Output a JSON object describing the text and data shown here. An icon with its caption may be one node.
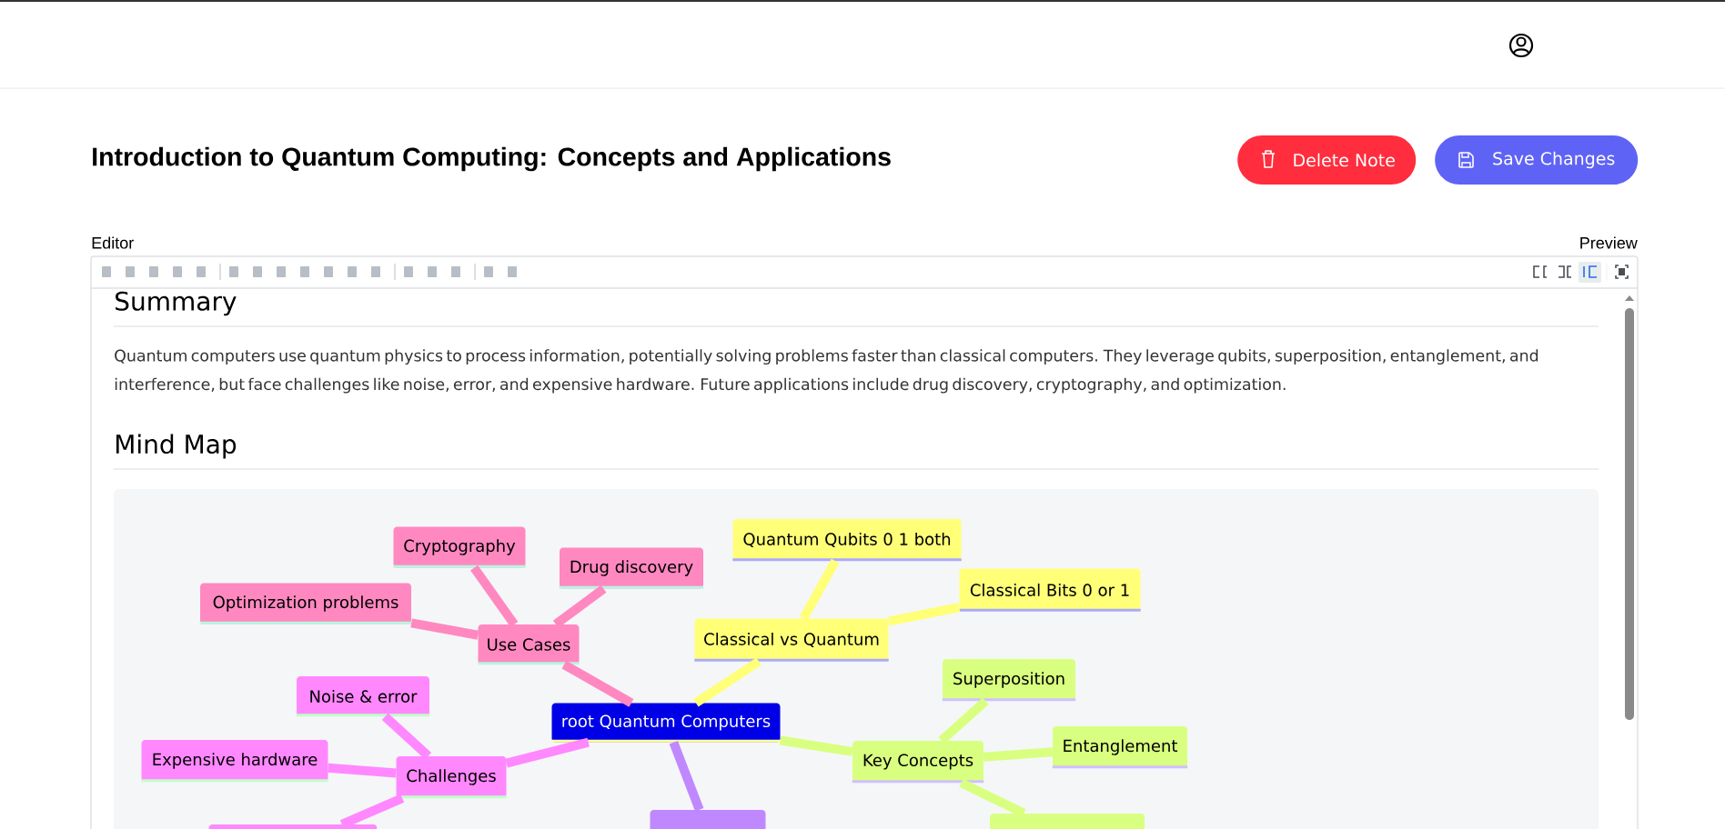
{
  "diagram": {
    "title": "Introduction to Quantum Computing: Concepts and Applications",
    "nodes": [
      {
        "text": [
          "root Quantum Computers"
        ]
      },
      {
        "text": [
          "Use Cases"
        ]
      },
      {
        "text": [
          "Cryptography"
        ]
      },
      {
        "text": [
          "Drug discovery"
        ]
      },
      {
        "text": [
          "Optimization problems"
        ]
      },
      {
        "text": [
          "Classical vs Quantum"
        ]
      },
      {
        "text": [
          "Quantum Qubits 0 1 both"
        ]
      },
      {
        "text": [
          "Classical Bits 0 or 1"
        ]
      },
      {
        "text": [
          "Key Concepts"
        ]
      },
      {
        "text": [
          "Superposition"
        ]
      },
      {
        "text": [
          "Entanglement"
        ]
      },
      {
        "text": [
          "Challenges"
        ]
      },
      {
        "text": [
          "Noise & error"
        ]
      },
      {
        "text": [
          "Expensive hardware"
        ]
      },
      {
        "text": [],
        "shape": "box"
      },
      {
        "text": [],
        "shape": "box"
      },
      {
        "text": [],
        "shape": "box"
      }
    ],
    "edges": [
      {
        "from": 0,
        "to": 1,
        "arrow": "none",
        "color": "#ff88c0"
      },
      {
        "from": 1,
        "to": 2,
        "arrow": "none",
        "color": "#ff88c0"
      },
      {
        "from": 1,
        "to": 3,
        "arrow": "none",
        "color": "#ff88c0"
      },
      {
        "from": 1,
        "to": 4,
        "arrow": "none",
        "color": "#ff88c0"
      },
      {
        "from": 0,
        "to": 5,
        "arrow": "none",
        "color": "#ffff78"
      },
      {
        "from": 5,
        "to": 6,
        "arrow": "none",
        "color": "#ffff78"
      },
      {
        "from": 5,
        "to": 7,
        "arrow": "none",
        "color": "#ffff78"
      },
      {
        "from": 0,
        "to": 8,
        "arrow": "none",
        "color": "#d9ff80"
      },
      {
        "from": 8,
        "to": 9,
        "arrow": "none",
        "color": "#d9ff80"
      },
      {
        "from": 8,
        "to": 10,
        "arrow": "none",
        "color": "#d9ff80"
      },
      {
        "from": 8,
        "to": 16,
        "arrow": "none",
        "color": "#d9ff80"
      },
      {
        "from": 0,
        "to": 11,
        "arrow": "none",
        "color": "#ff88ff"
      },
      {
        "from": 11,
        "to": 12,
        "arrow": "none",
        "color": "#ff88ff"
      },
      {
        "from": 11,
        "to": 13,
        "arrow": "none",
        "color": "#ff88ff"
      },
      {
        "from": 11,
        "to": 14,
        "arrow": "none",
        "color": "#ff88ff"
      },
      {
        "from": 0,
        "to": 15,
        "arrow": "none",
        "color": "#c088ff"
      }
    ],
    "labels": [
      "Delete Note",
      "Save Changes",
      "Editor",
      "Preview",
      "Summary",
      "Quantum computers use quantum physics to process information, potentially solving problems faster than classical computers. They leverage qubits, superposition, entanglement, and interference, but face challenges like noise, error, and expensive hardware. Future applications include drug discovery, cryptography, and optimization.",
      "Mind Map"
    ]
  }
}
